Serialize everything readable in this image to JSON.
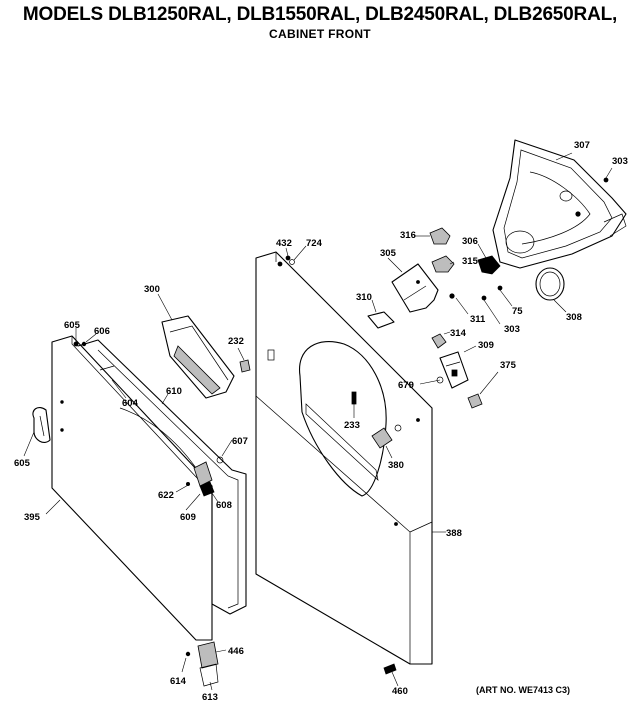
{
  "header": {
    "title": "MODELS DLB1250RAL, DLB1550RAL, DLB2450RAL, DLB2650RAL,",
    "subtitle": "CABINET FRONT"
  },
  "footer": {
    "art_number": "(ART NO. WE7413 C3)"
  },
  "part_labels": [
    "307",
    "303",
    "316",
    "306",
    "305",
    "315",
    "310",
    "311",
    "75",
    "303",
    "308",
    "314",
    "309",
    "375",
    "679",
    "432",
    "724",
    "300",
    "232",
    "605",
    "606",
    "604",
    "610",
    "605",
    "607",
    "233",
    "380",
    "622",
    "608",
    "609",
    "395",
    "388",
    "446",
    "614",
    "613",
    "460"
  ]
}
